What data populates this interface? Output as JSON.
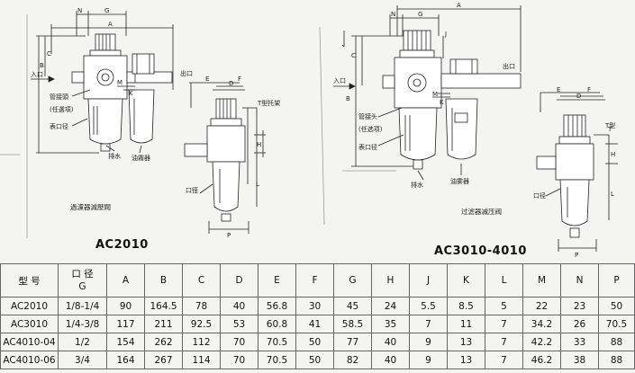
{
  "diagram_left": {
    "dims": [
      "N",
      "G",
      "A",
      "C",
      "B",
      "M",
      "K",
      "E",
      "D",
      "F",
      "H",
      "L",
      "P"
    ],
    "labels": {
      "inlet": "入口",
      "outlet": "出口",
      "pipe_joint": "管接頭",
      "optional": "(任選項)",
      "gauge": "表口径",
      "drain": "排水",
      "lubricator": "油霧器",
      "t_bracket": "T型托架",
      "port": "口徑"
    },
    "caption": "過濾器減壓閥",
    "model": "AC2010"
  },
  "diagram_right": {
    "dims": [
      "A",
      "N",
      "G",
      "J",
      "C",
      "B",
      "M",
      "K",
      "E",
      "D",
      "F",
      "T",
      "H",
      "L",
      "P"
    ],
    "labels": {
      "inlet": "入口",
      "outlet": "出口",
      "pipe_joint": "管接头",
      "optional": "(任选项)",
      "gauge": "表口径",
      "drain": "排水",
      "lubricator": "油雾器",
      "t_bracket": "T型",
      "port": "口径"
    },
    "caption": "过滤器减压阀",
    "model": "AC3010-4010"
  },
  "table": {
    "header_model": "型  号",
    "header_port_top": "口 径",
    "header_port_bottom": "G",
    "columns": [
      "A",
      "B",
      "C",
      "D",
      "E",
      "F",
      "G",
      "H",
      "J",
      "K",
      "L",
      "M",
      "N",
      "P"
    ],
    "rows": [
      {
        "model": "AC2010",
        "port": "1/8-1/4",
        "values": [
          "90",
          "164.5",
          "78",
          "40",
          "56.8",
          "30",
          "45",
          "24",
          "5.5",
          "8.5",
          "5",
          "22",
          "23",
          "50"
        ]
      },
      {
        "model": "AC3010",
        "port": "1/4-3/8",
        "values": [
          "117",
          "211",
          "92.5",
          "53",
          "60.8",
          "41",
          "58.5",
          "35",
          "7",
          "11",
          "7",
          "34.2",
          "26",
          "70.5"
        ]
      },
      {
        "model": "AC4010-04",
        "port": "1/2",
        "values": [
          "154",
          "262",
          "112",
          "70",
          "70.5",
          "50",
          "77",
          "40",
          "9",
          "13",
          "7",
          "42.2",
          "33",
          "88"
        ]
      },
      {
        "model": "AC4010-06",
        "port": "3/4",
        "values": [
          "164",
          "267",
          "114",
          "70",
          "70.5",
          "50",
          "82",
          "40",
          "9",
          "13",
          "7",
          "46.2",
          "38",
          "88"
        ]
      }
    ]
  }
}
